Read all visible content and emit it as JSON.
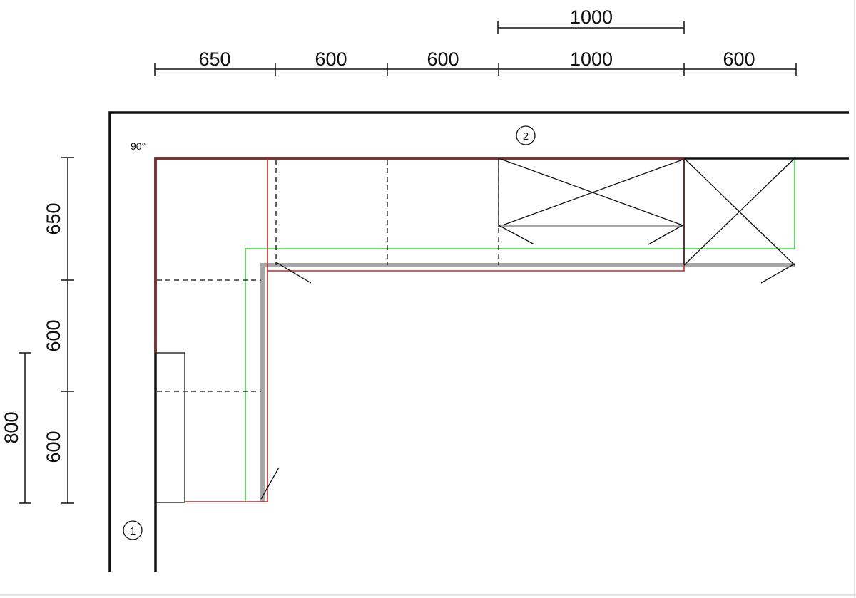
{
  "top_dimensions": {
    "overall_1000": "1000",
    "segments": [
      "650",
      "600",
      "600",
      "1000",
      "600"
    ]
  },
  "left_dimensions": {
    "segments": [
      "650",
      "600",
      "600"
    ],
    "overall_800": "800"
  },
  "corner_angle": "90°",
  "wall_markers": {
    "left_wall": "1",
    "top_wall": "2"
  },
  "colors": {
    "worktop_outline": "#c0282a",
    "plinth_line": "#3cd23c",
    "panel_band": "#a6a6a6",
    "walls": "#111111"
  }
}
